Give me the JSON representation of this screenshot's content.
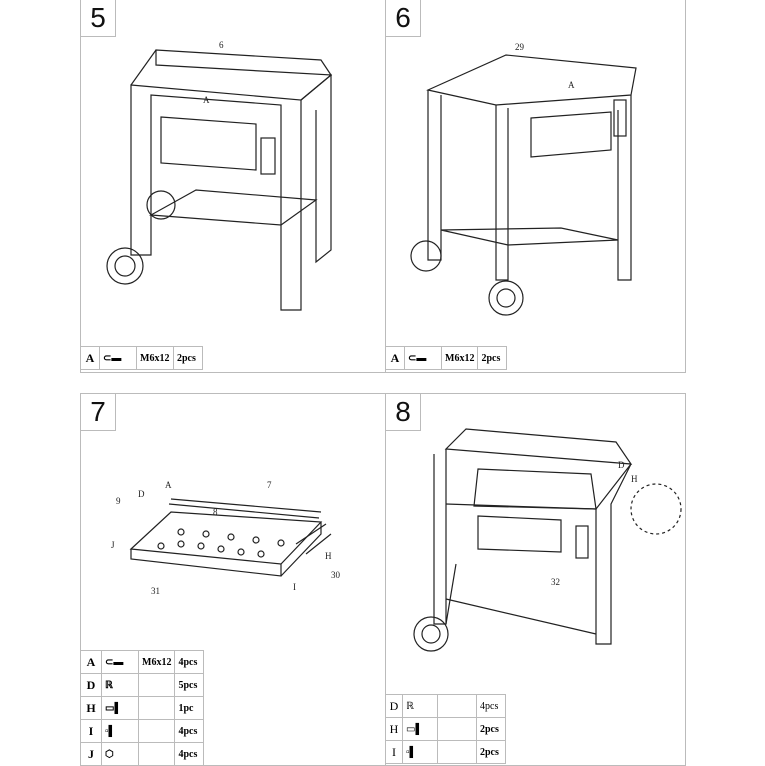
{
  "steps": [
    {
      "number": "5",
      "callouts": [
        "6",
        "A"
      ],
      "parts": [
        {
          "letter": "A",
          "icon": "bolt-icon",
          "size": "M6x12",
          "qty": "2pcs"
        }
      ]
    },
    {
      "number": "6",
      "callouts": [
        "29",
        "A"
      ],
      "parts": [
        {
          "letter": "A",
          "icon": "bolt-icon",
          "size": "M6x12",
          "qty": "2pcs"
        }
      ]
    },
    {
      "number": "7",
      "callouts": [
        "9",
        "D",
        "A",
        "7",
        "8",
        "J",
        "H",
        "30",
        "I",
        "31"
      ],
      "parts": [
        {
          "letter": "A",
          "icon": "bolt-icon",
          "size": "M6x12",
          "qty": "4pcs"
        },
        {
          "letter": "D",
          "icon": "r-pin-icon",
          "size": "",
          "qty": "5pcs"
        },
        {
          "letter": "H",
          "icon": "pin-icon",
          "size": "",
          "qty": "1pc"
        },
        {
          "letter": "I",
          "icon": "washer-pin-icon",
          "size": "",
          "qty": "4pcs"
        },
        {
          "letter": "J",
          "icon": "nut-icon",
          "size": "",
          "qty": "4pcs"
        }
      ]
    },
    {
      "number": "8",
      "callouts": [
        "D",
        "H",
        "32"
      ],
      "parts": [
        {
          "letter": "D",
          "icon": "r-pin-icon",
          "size": "",
          "qty": "4pcs"
        },
        {
          "letter": "H",
          "icon": "pin-icon",
          "size": "",
          "qty": "2pcs"
        },
        {
          "letter": "I",
          "icon": "washer-pin-icon",
          "size": "",
          "qty": "2pcs"
        }
      ]
    }
  ]
}
